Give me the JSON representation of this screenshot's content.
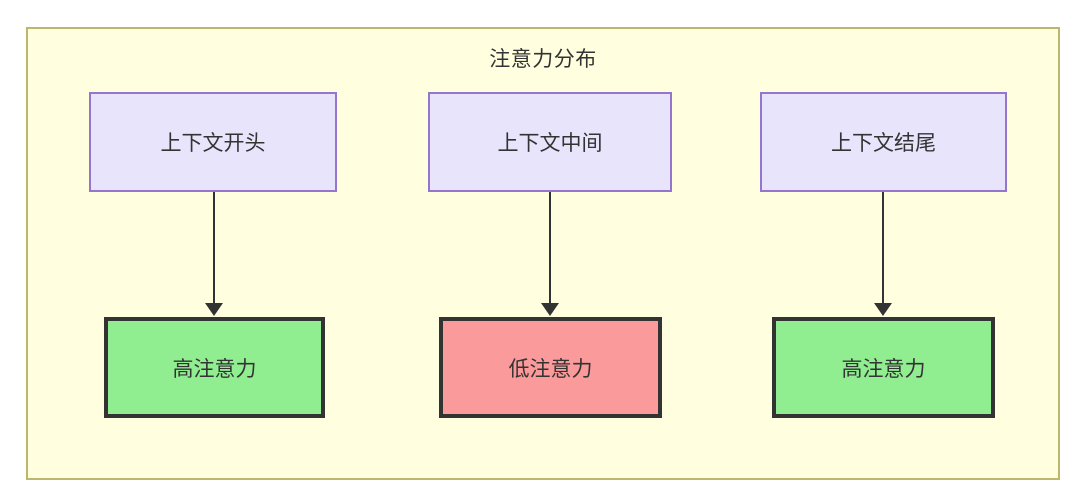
{
  "diagram": {
    "title": "注意力分布",
    "colors": {
      "container_fill": "#ffffe0",
      "container_border": "#bdb76b",
      "context_fill": "#e8e4fb",
      "context_border": "#9575cd",
      "high_attention_fill": "#90ee90",
      "low_attention_fill": "#fa9a9a",
      "node_border": "#333333",
      "edge": "#333333",
      "text": "#333333"
    },
    "context_nodes": [
      {
        "id": "context-start",
        "label": "上下文开头"
      },
      {
        "id": "context-middle",
        "label": "上下文中间"
      },
      {
        "id": "context-end",
        "label": "上下文结尾"
      }
    ],
    "attention_nodes": [
      {
        "id": "attention-high-start",
        "label": "高注意力",
        "level": "high"
      },
      {
        "id": "attention-low-middle",
        "label": "低注意力",
        "level": "low"
      },
      {
        "id": "attention-high-end",
        "label": "高注意力",
        "level": "high"
      }
    ],
    "edges": [
      {
        "from": "上下文开头",
        "to": "高注意力"
      },
      {
        "from": "上下文中间",
        "to": "低注意力"
      },
      {
        "from": "上下文结尾",
        "to": "高注意力"
      }
    ]
  }
}
